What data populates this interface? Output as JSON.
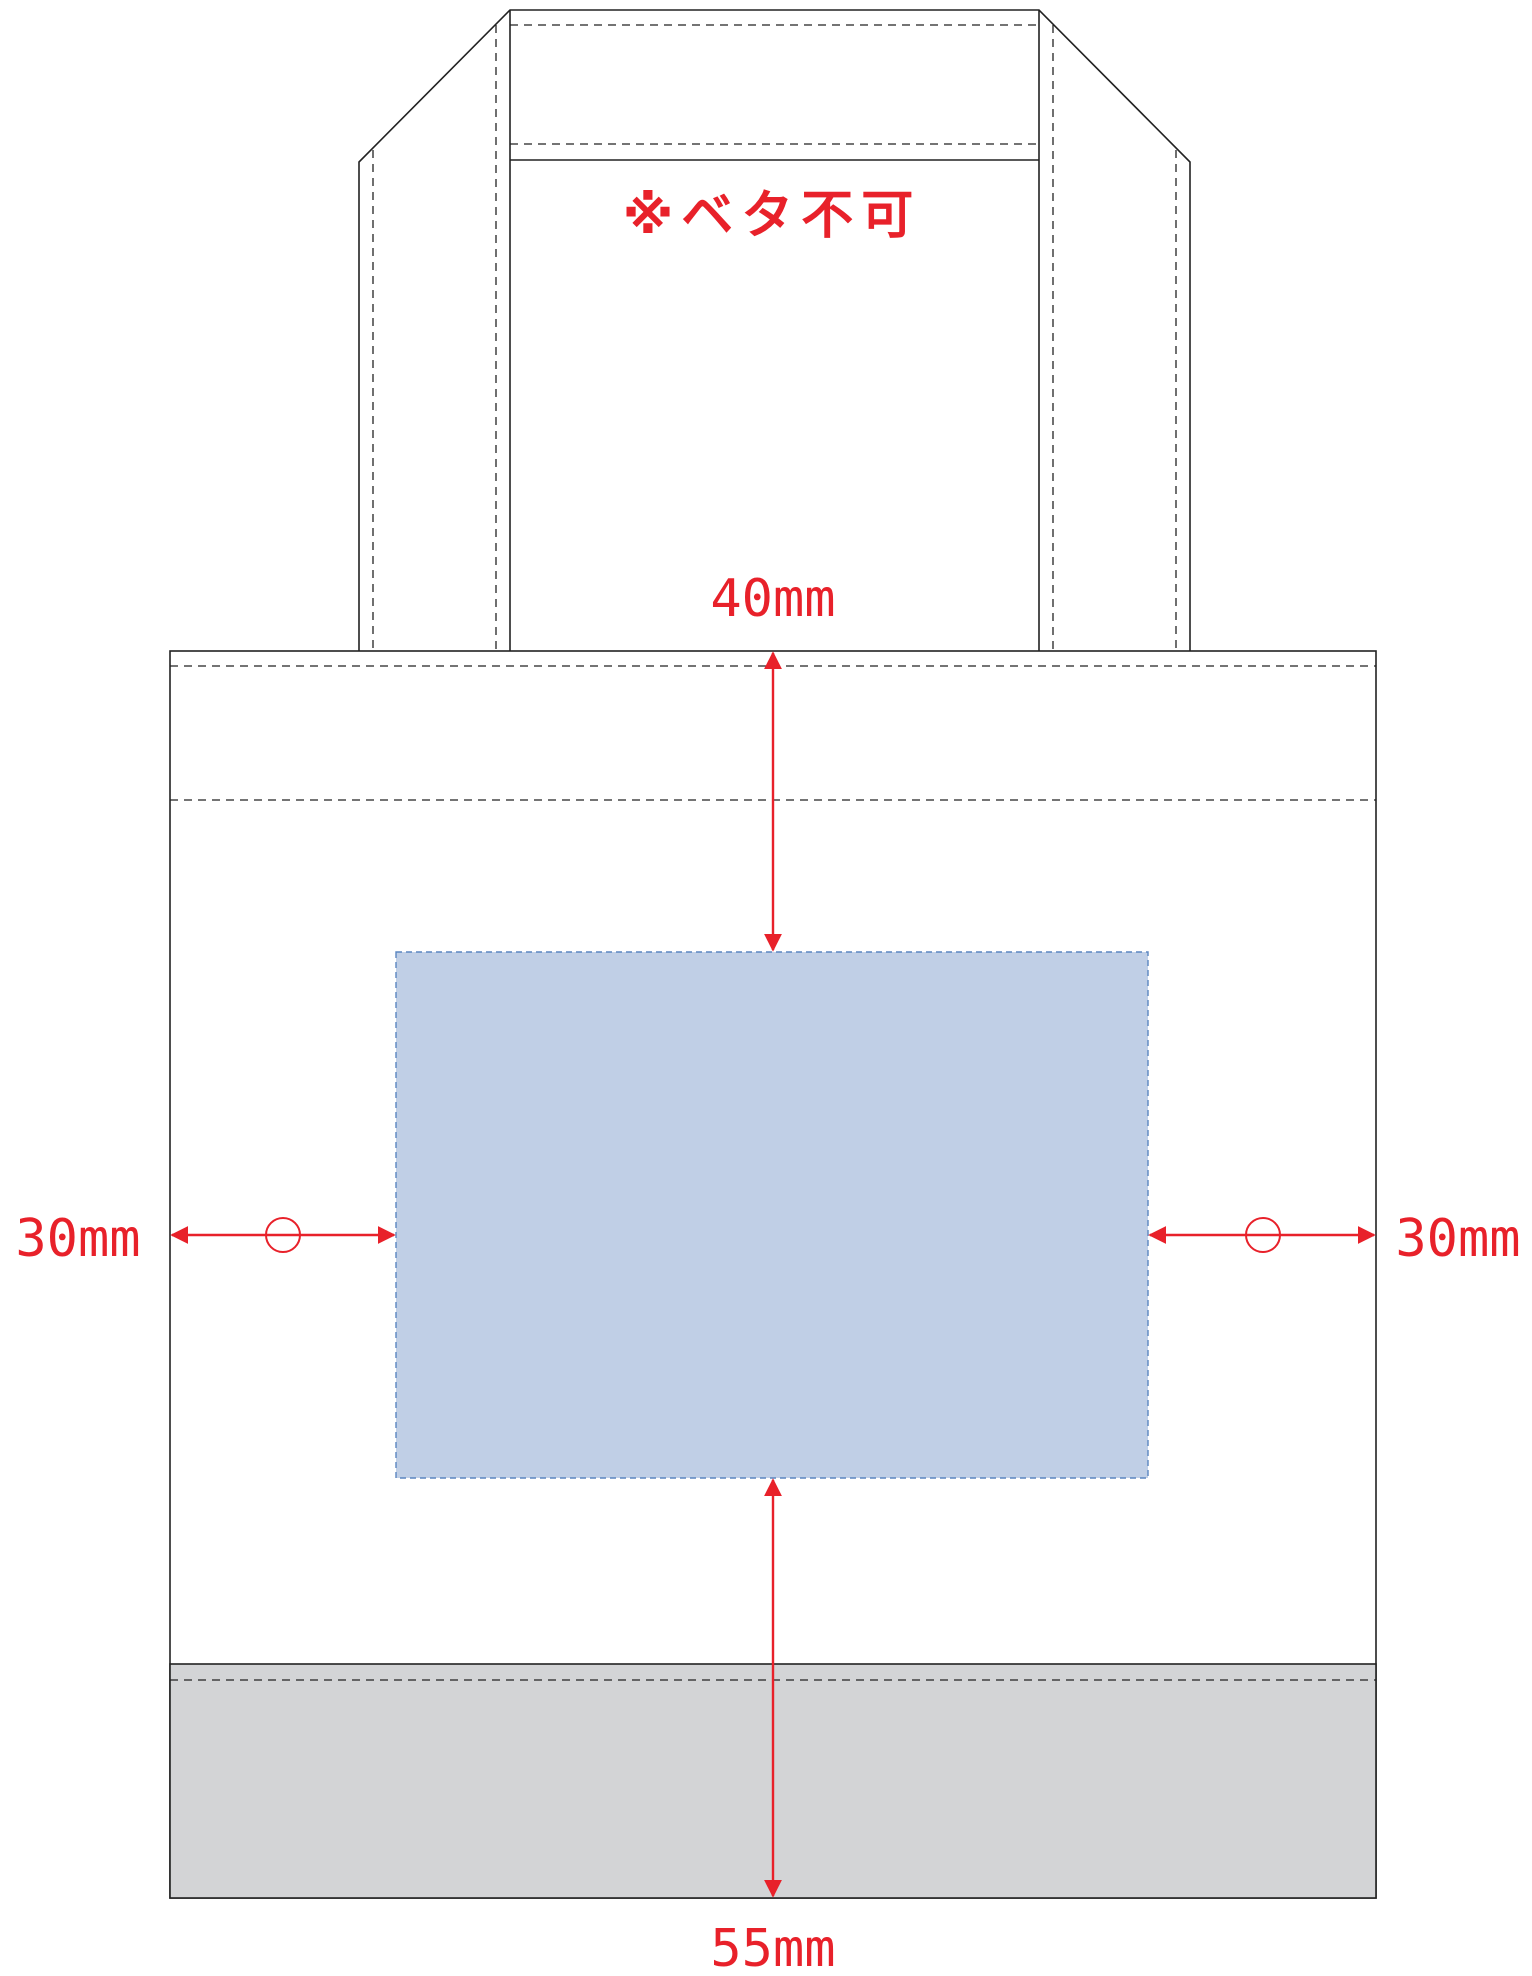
{
  "note": "※ベタ不可",
  "dimensions": {
    "top": "40mm",
    "left": "30mm",
    "right": "30mm",
    "bottom": "55mm"
  },
  "colors": {
    "outline": "#222222",
    "annotation": "#e8212a",
    "print_area": "#c0cfe6",
    "print_area_border": "#5b86c0",
    "gusset": "#d3d4d6"
  }
}
